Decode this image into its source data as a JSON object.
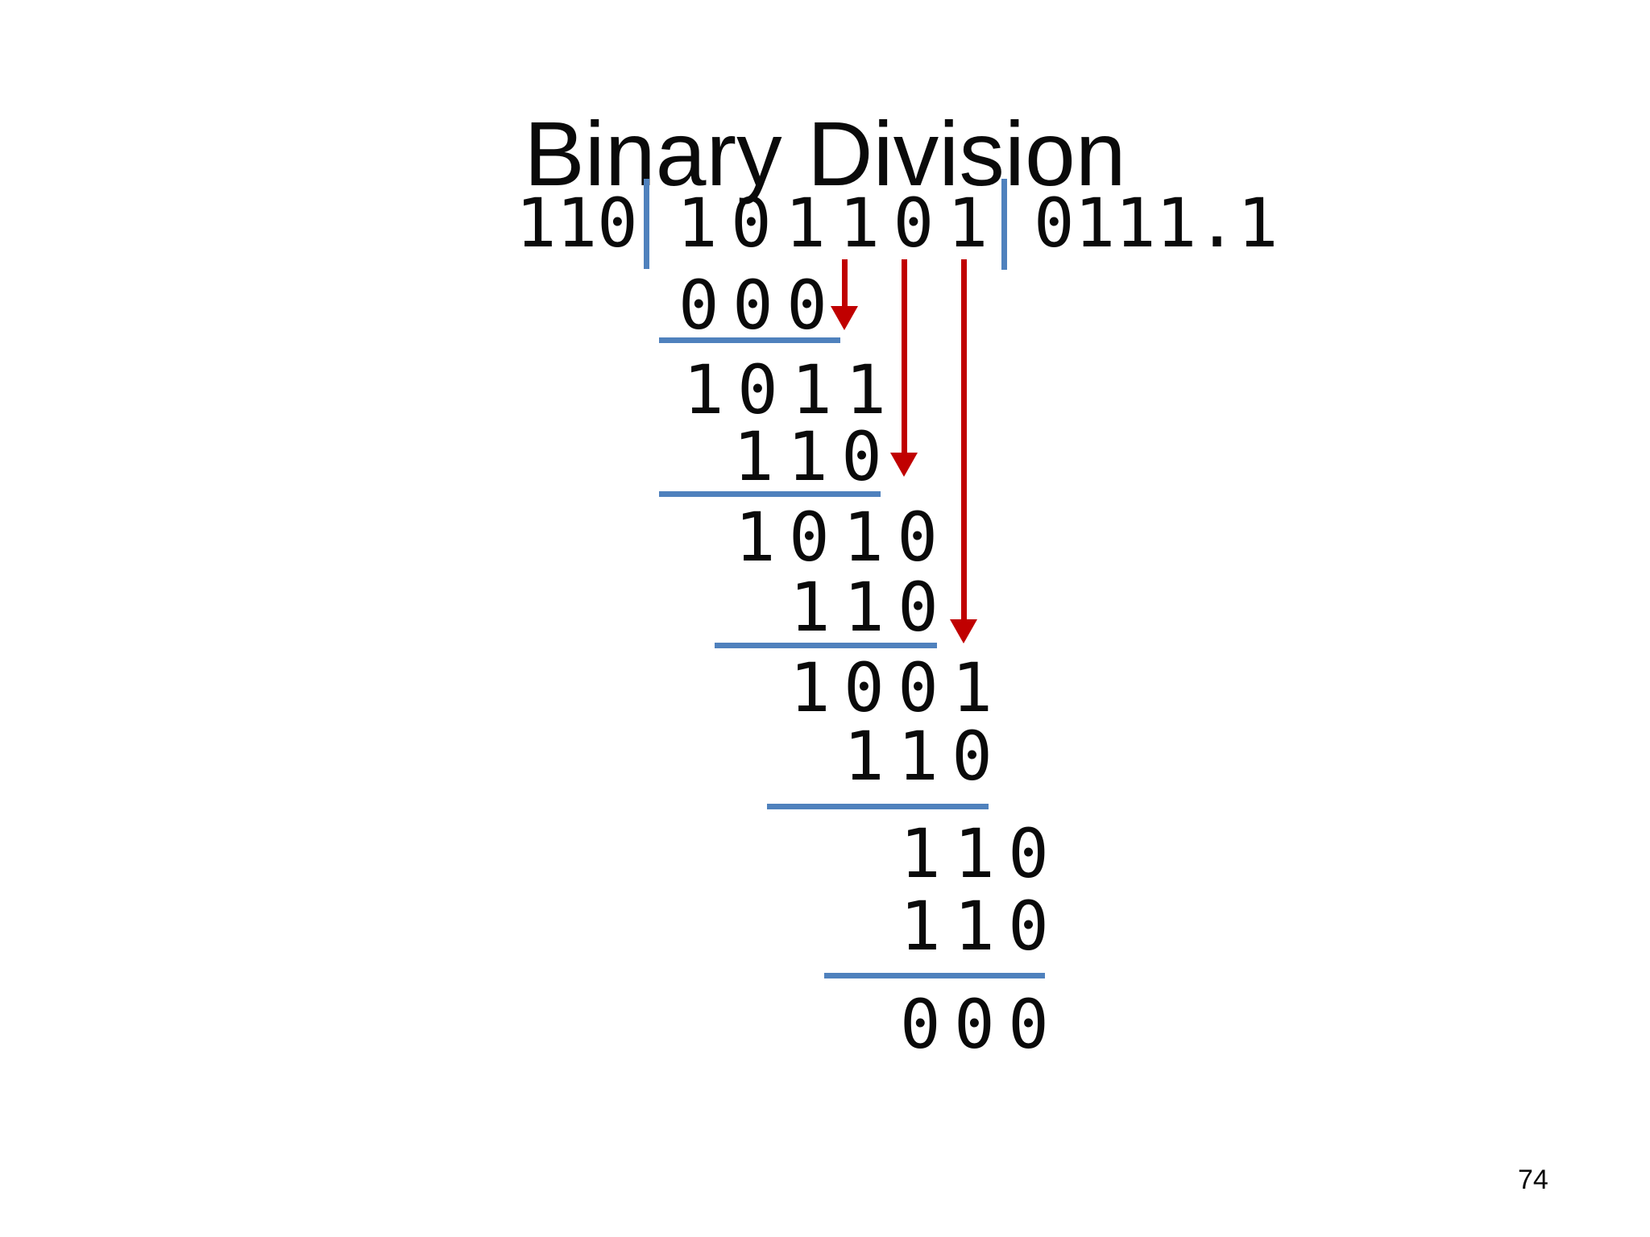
{
  "title": "Binary Division",
  "page_number": "74",
  "colors": {
    "accent_blue": "#4f81bd",
    "arrow_red": "#c00000",
    "ink": "#0a0a0a",
    "background": "#ffffff"
  },
  "division": {
    "divisor": "110",
    "dividend": "1 0 1 1 0 1",
    "quotient": "0111.1"
  },
  "work_rows": [
    "0 0 0",
    "1 0 1 1",
    "1 1 0",
    "1 0 1 0",
    "1 1 0",
    "1 0 0 1",
    "1 1 0",
    "1 1 0",
    "1 1 0",
    "0 0 0"
  ]
}
